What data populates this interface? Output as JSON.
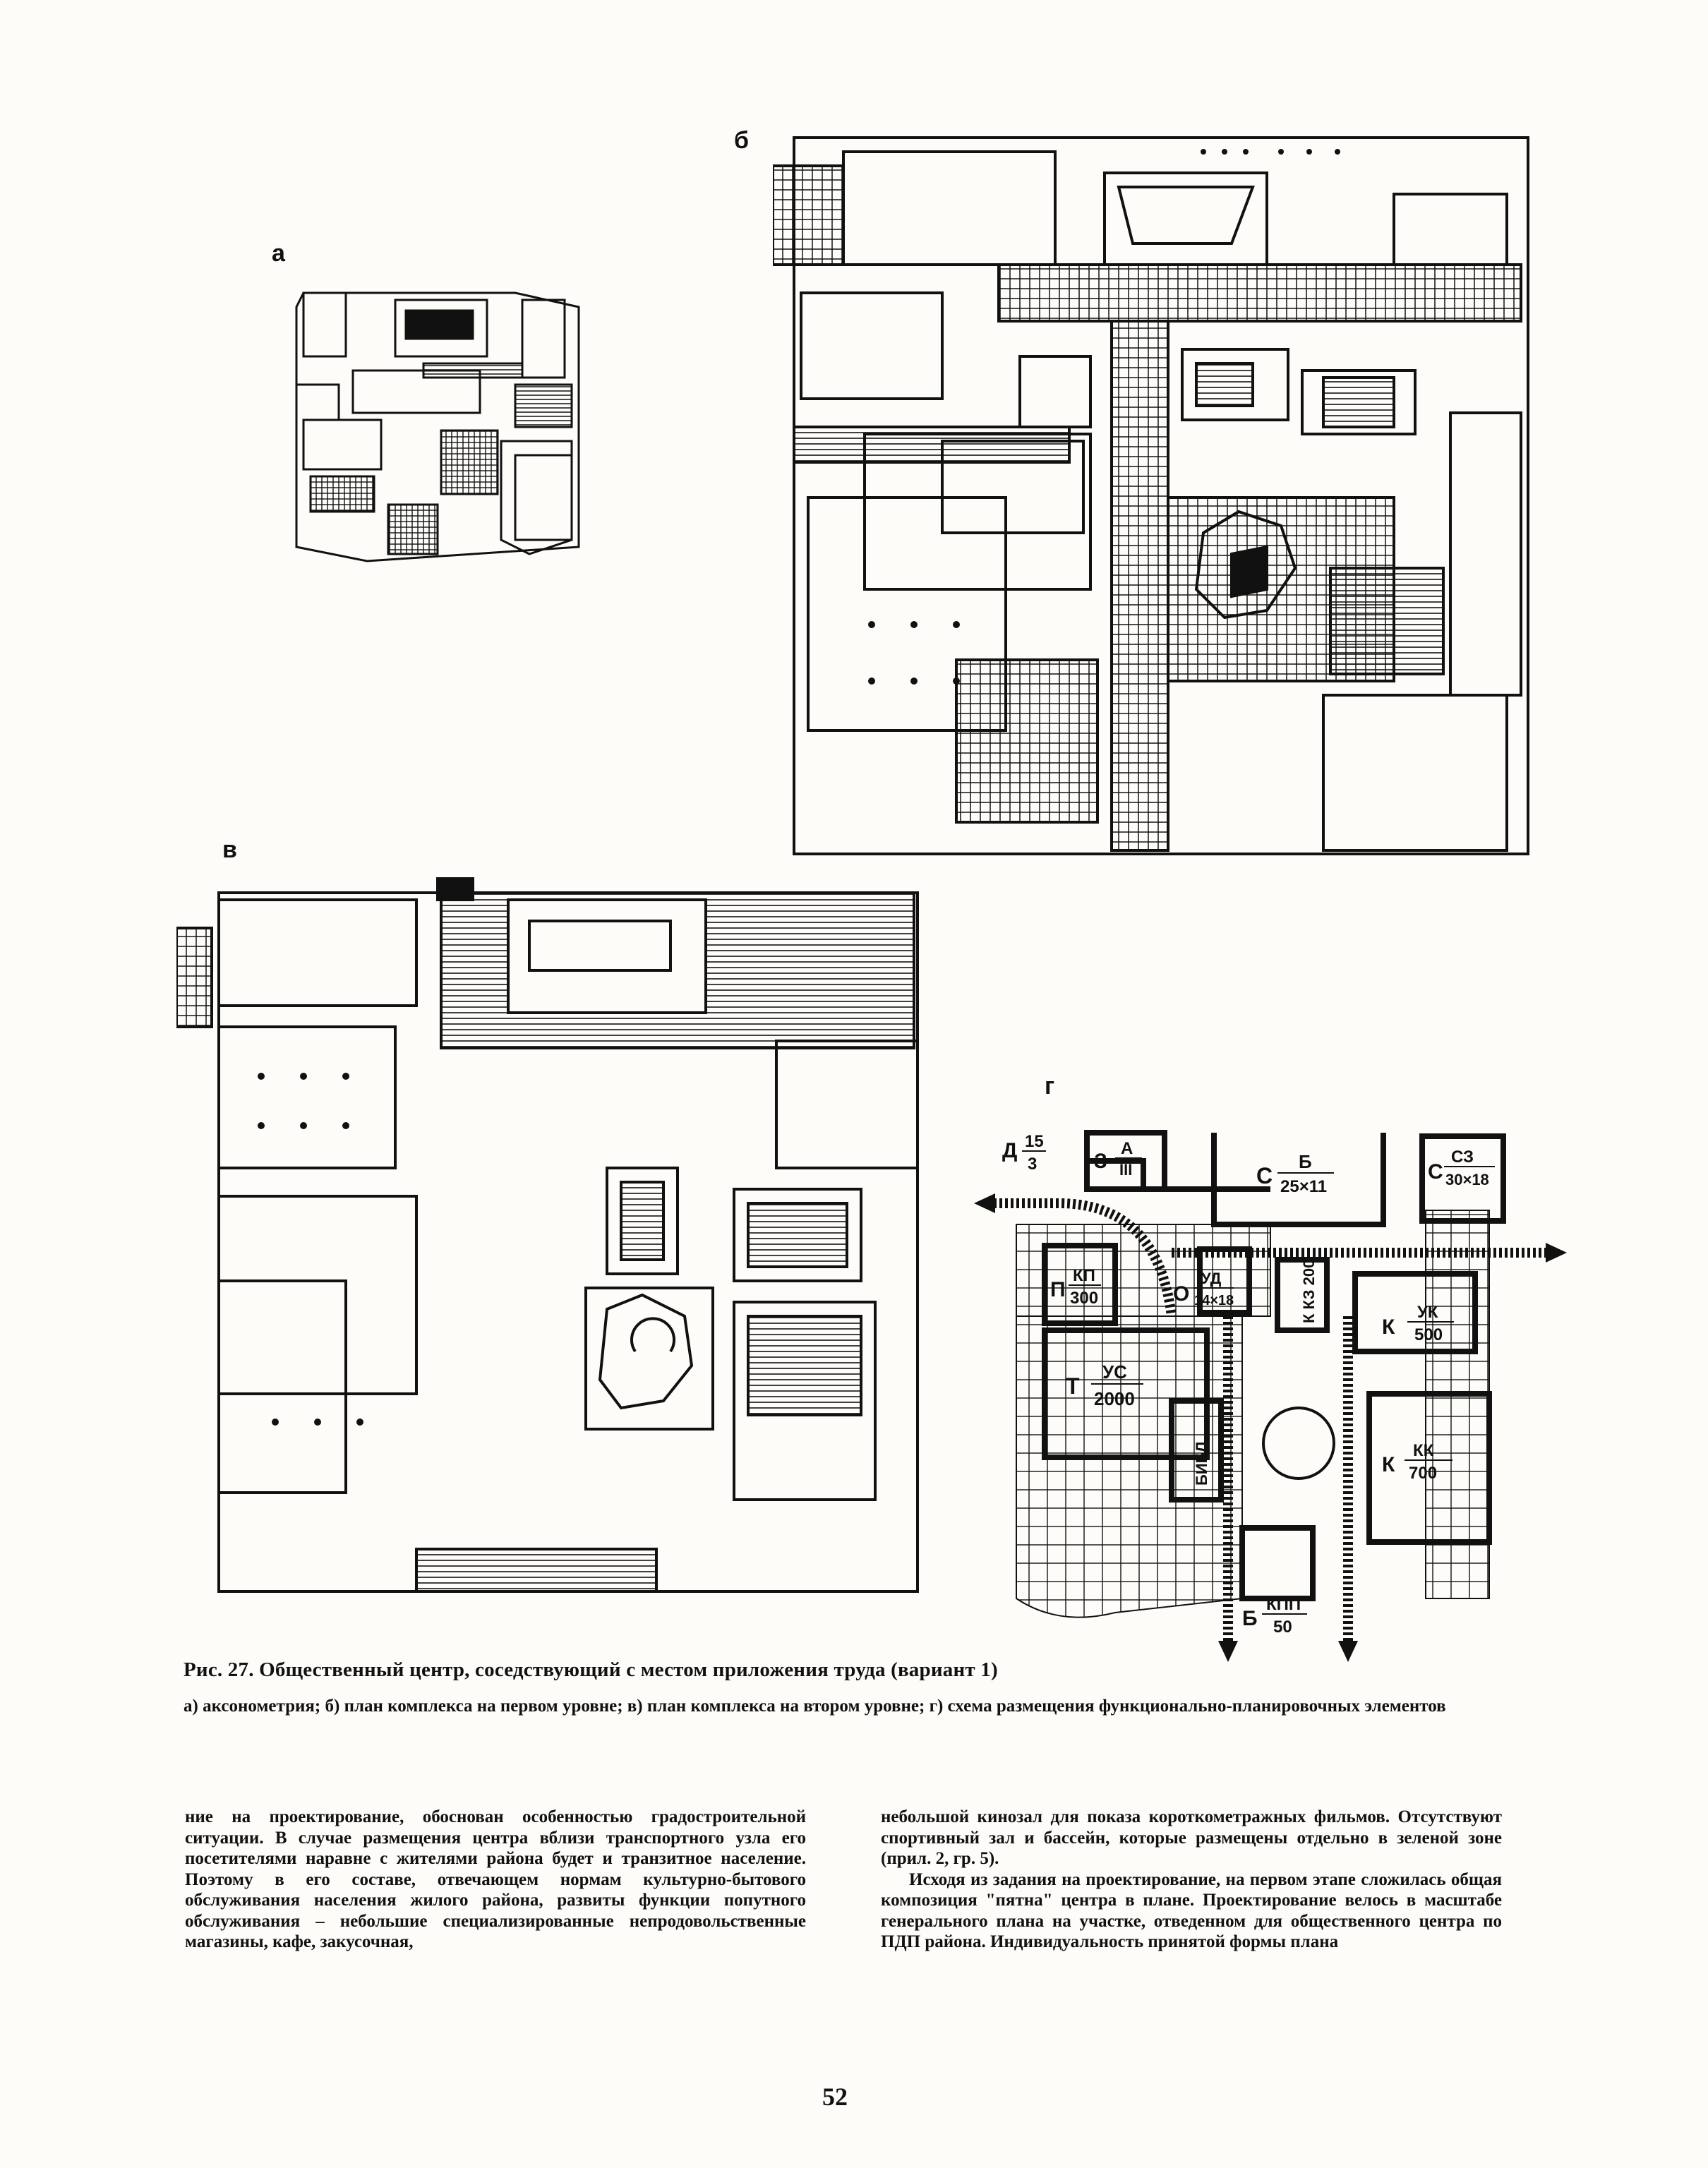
{
  "figure": {
    "panel_letters": [
      "а",
      "б",
      "в",
      "г"
    ],
    "scheme_labels": {
      "d": {
        "letter": "Д",
        "num": "15",
        "den": "3"
      },
      "z": {
        "letter": "З",
        "num": "А",
        "den": "III"
      },
      "s": {
        "letter": "С",
        "num": "Б",
        "den": "25×11"
      },
      "sz": {
        "letter": "С",
        "num": "СЗ",
        "den": "30×18"
      },
      "p": {
        "letter": "П",
        "num": "КП",
        "den": "300"
      },
      "o": {
        "letter": "О",
        "num": "УД",
        "den": "14×18"
      },
      "kkz": {
        "text": "К КЗ 200"
      },
      "k_uk": {
        "letter": "К",
        "num": "УК",
        "den": "500"
      },
      "t": {
        "letter": "Т",
        "num": "УС",
        "den": "2000"
      },
      "bibl": {
        "text": "БИБЛ."
      },
      "k_kk": {
        "letter": "К",
        "num": "КК",
        "den": "700"
      },
      "b": {
        "letter": "Б",
        "num": "КПП",
        "den": "50"
      }
    }
  },
  "caption": {
    "title": "Рис. 27. Общественный центр, соседствующий с местом приложения труда (вариант 1)",
    "subtitle": "а) аксонометрия; б) план комплекса на первом уровне; в) план комплекса на втором уровне; г) схема размещения функционально-планировочных элементов"
  },
  "body": {
    "left_column": "ние на проектирование, обоснован особенностью градостроительной ситуации. В случае размещения центра вблизи транспортного узла его посетителями наравне с жителями района будет и транзитное население. Поэтому в его составе, отвечающем нормам культурно-бытового обслуживания населения жилого района, развиты функции попутного обслуживания – небольшие специализированные непродовольственные магазины, кафе, закусочная,",
    "right_column_p1": "небольшой кинозал для показа короткометражных фильмов. Отсутствуют спортивный зал и бассейн, которые размещены отдельно в зеленой зоне (прил. 2, гр. 5).",
    "right_column_p2": "Исходя из задания на проектирование, на первом этапе сложилась общая композиция \"пятна\" центра в плане. Проектирование велось в масштабе генерального плана на участке, отведенном для общественного центра по ПДП района. Индивидуальность принятой формы плана"
  },
  "page_number": "52"
}
